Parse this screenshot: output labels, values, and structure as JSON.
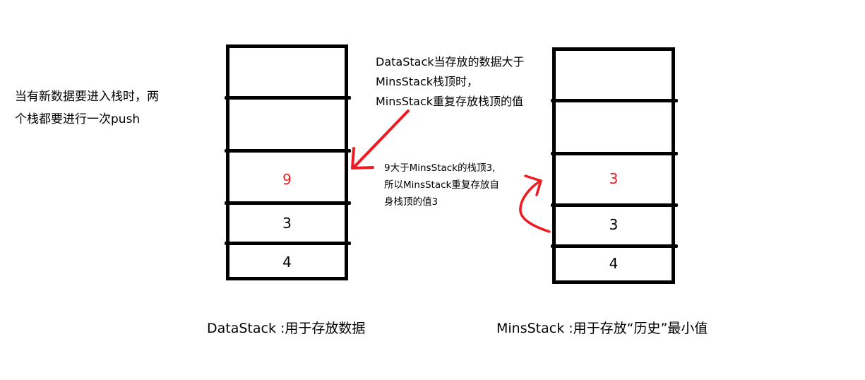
{
  "intro": {
    "lines": [
      "当有新数据要进入栈时，两",
      "个栈都要进行一次push"
    ]
  },
  "note_top": {
    "lines": [
      "DataStack当存放的数据大于",
      "MinsStack栈顶时，",
      "MinsStack重复存放栈顶的值"
    ]
  },
  "note_mid": {
    "lines": [
      "9大于MinsStack的栈顶3,",
      "所以MinsStack重复存放自",
      "身栈顶的值3"
    ]
  },
  "data_stack": {
    "caption": "DataStack :用于存放数据",
    "cells": [
      {
        "value": "",
        "highlight": false
      },
      {
        "value": "",
        "highlight": false
      },
      {
        "value": "9",
        "highlight": true
      },
      {
        "value": "3",
        "highlight": false
      },
      {
        "value": "4",
        "highlight": false
      }
    ]
  },
  "mins_stack": {
    "caption": "MinsStack :用于存放“历史”最小值",
    "cells": [
      {
        "value": "",
        "highlight": false
      },
      {
        "value": "",
        "highlight": false
      },
      {
        "value": "3",
        "highlight": true
      },
      {
        "value": "3",
        "highlight": false
      },
      {
        "value": "4",
        "highlight": false
      }
    ]
  },
  "colors": {
    "highlight": "#ED1C24",
    "line": "#000000",
    "background": "#FFFFFF"
  },
  "arrows": [
    {
      "name": "arrow-to-data-stack",
      "meaning": "note points to pushed value 9 in DataStack"
    },
    {
      "name": "curved-arrow-mins-stack",
      "meaning": "MinsStack top 3 duplicated onto new top"
    }
  ]
}
